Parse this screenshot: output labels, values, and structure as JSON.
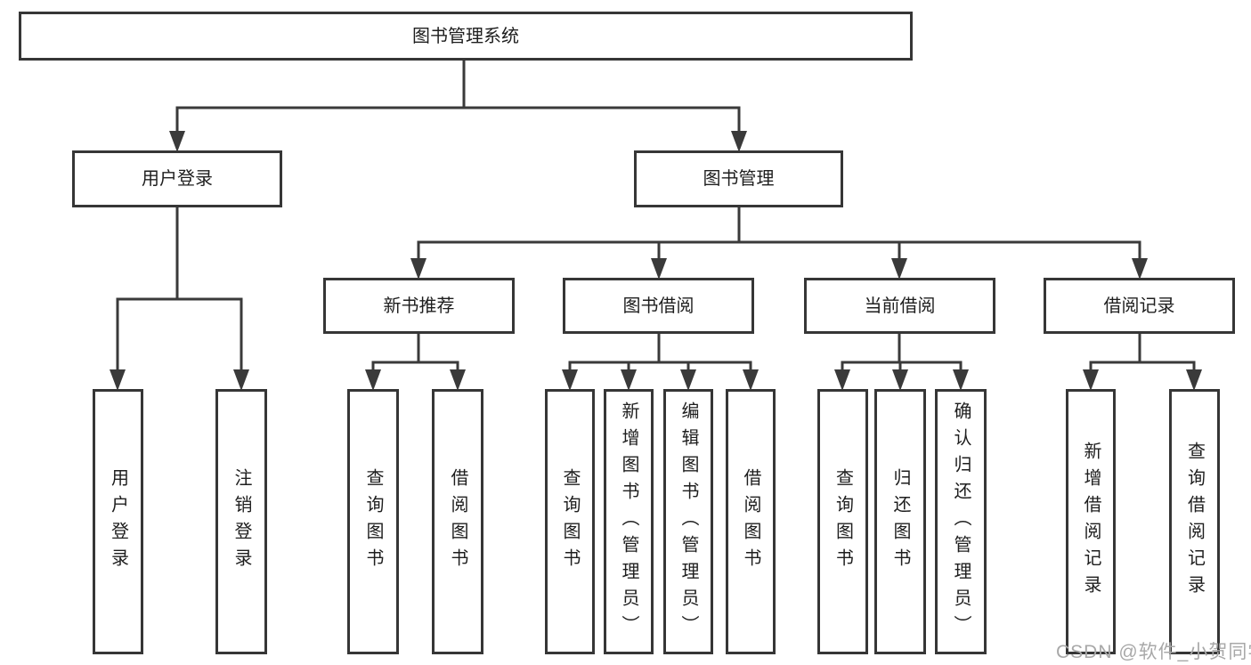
{
  "diagram": {
    "type": "hierarchy",
    "title": "图书管理系统"
  },
  "tree": {
    "label": "图书管理系统",
    "children": [
      {
        "label": "用户登录",
        "children": [
          {
            "label": "用户登录"
          },
          {
            "label": "注销登录"
          }
        ]
      },
      {
        "label": "图书管理",
        "children": [
          {
            "label": "新书推荐",
            "children": [
              {
                "label": "查询图书"
              },
              {
                "label": "借阅图书"
              }
            ]
          },
          {
            "label": "图书借阅",
            "children": [
              {
                "label": "查询图书"
              },
              {
                "label": "新增图书（管理员）"
              },
              {
                "label": "编辑图书（管理员）"
              },
              {
                "label": "借阅图书"
              }
            ]
          },
          {
            "label": "当前借阅",
            "children": [
              {
                "label": "查询图书"
              },
              {
                "label": "归还图书"
              },
              {
                "label": "确认归还（管理员）"
              }
            ]
          },
          {
            "label": "借阅记录",
            "children": [
              {
                "label": "新增借阅记录"
              },
              {
                "label": "查询借阅记录"
              }
            ]
          }
        ]
      }
    ]
  },
  "watermark": {
    "text": "CSDN @软件_小贺同学"
  },
  "colors": {
    "line": "#3a3a3a",
    "border": "#363636",
    "text": "#1e1e1e",
    "watermark": "#a8a8a8",
    "background": "#ffffff"
  }
}
